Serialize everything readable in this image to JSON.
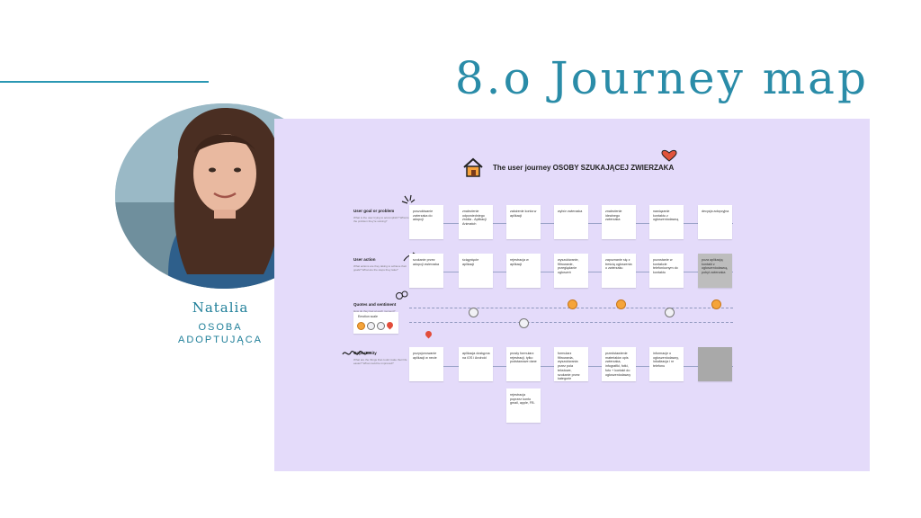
{
  "header": {
    "title": "8.o Journey map"
  },
  "persona": {
    "name": "Natalia",
    "role": "OSOBA\nADOPTUJĄCA"
  },
  "board": {
    "title": "The user journey OSOBY SZUKAJĄCEJ ZWIERZAKA",
    "rows": [
      {
        "label": "User goal or problem",
        "desc": "What is the user trying to accomplish? What is the problem they're solving?"
      },
      {
        "label": "User action",
        "desc": "What actions are they taking to achieve their goals? What are the steps they take?"
      },
      {
        "label": "Quotes and sentiment",
        "desc": "How do they feel at each moment?"
      },
      {
        "label": "Opportunity",
        "desc": "What are the things that could make their life easier? What could be improved?"
      }
    ],
    "emotion_legend": "Emotion scale",
    "goals": [
      "poszukiwanie zwierzaka do adopcji",
      "znalezienie odpowiedniego źródła - Aplikacji Animatch",
      "założenie konta w aplikacji",
      "wybór zwierzaka",
      "znalezienie idealnego zwierzaka",
      "nawiązanie kontaktu z ogłoszeniodawcą",
      "decyzja adopcyjna"
    ],
    "actions": [
      "szukanie przez adopcji zwierzaka",
      "ściągnięcie aplikacji",
      "rejestracja w aplikacji",
      "wyszukiwanie, filtrowanie, przeglądanie ogłoszeń",
      "zapoznanie się z treścią ogłoszenia o zwierzaku",
      "pozostanie w kontakcie telefonicznym do kontaktu",
      "poza aplikacją: kontakt z ogłoszeniodawcą, pobyt zwierzaka"
    ],
    "opportunities": [
      "pozycjonowanie aplikacji w necie",
      "aplikacja dostępna na iOS i Android",
      "prosty formularz rejestracji, tylko podstawowe dane",
      "formularz filtrowania, wyszukiwania przez pola tekstowe, szukanie przez kategorie",
      "przedstawienie materiałów opis zwierzaka, infografiki, fotki, foto + kontakt do ogłoszeniodawcy",
      "informacje o ogłoszeniodawcy, lokalizacja i nr telefonu",
      ""
    ],
    "extra_opportunity": "rejestracja poprzez konto gmail, apple, FB.",
    "emotions": [
      "neutral",
      "neutral",
      "warm",
      "warm",
      "neutral",
      "warm",
      "heart"
    ],
    "legend_icons": [
      "warm",
      "neutral",
      "neutral",
      "heart"
    ],
    "colors": {
      "accent": "#2a8ca8",
      "board": "#e4dbfa",
      "note": "#ffffff"
    }
  }
}
